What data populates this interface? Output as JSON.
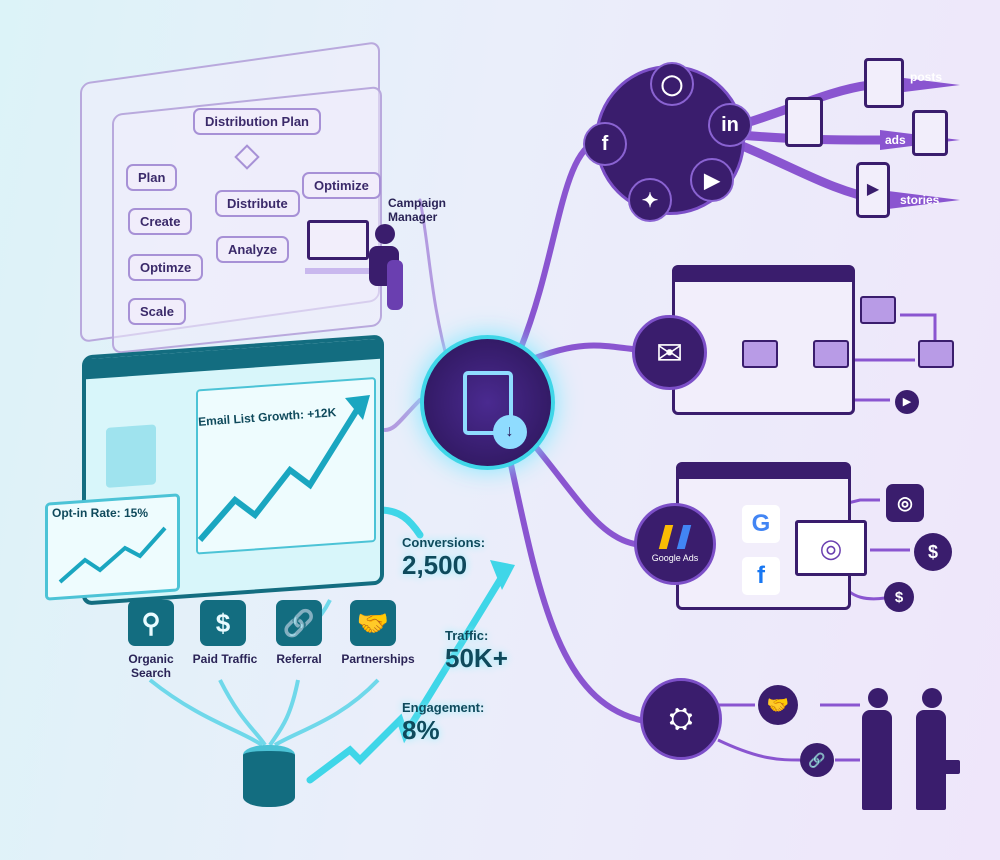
{
  "flowchart": {
    "title": "Distribution Plan",
    "nodes": [
      "Plan",
      "Create",
      "Distribute",
      "Optimize",
      "Analyze",
      "Optimze",
      "Scale"
    ]
  },
  "manager": {
    "label": "Campaign Manager"
  },
  "dashboard": {
    "headline": "Email List Growth: +12K",
    "optin": "Opt-in Rate: 15%"
  },
  "channels": [
    {
      "label": "Organic Search",
      "icon": "search-icon"
    },
    {
      "label": "Paid Traffic",
      "icon": "dollar-icon"
    },
    {
      "label": "Referral",
      "icon": "link-icon"
    },
    {
      "label": "Partnerships",
      "icon": "handshake-icon"
    }
  ],
  "stats": [
    {
      "key": "Conversions:",
      "value": "2,500"
    },
    {
      "key": "Traffic:",
      "value": "50K+"
    },
    {
      "key": "Engagement:",
      "value": "8%"
    }
  ],
  "social": {
    "outputs": [
      "posts",
      "ads",
      "stories"
    ]
  },
  "ads": {
    "badge": "Google Ads"
  },
  "colors": {
    "purple": "#3a1d6d",
    "teal": "#136d80",
    "cyan": "#3fd6e8"
  }
}
